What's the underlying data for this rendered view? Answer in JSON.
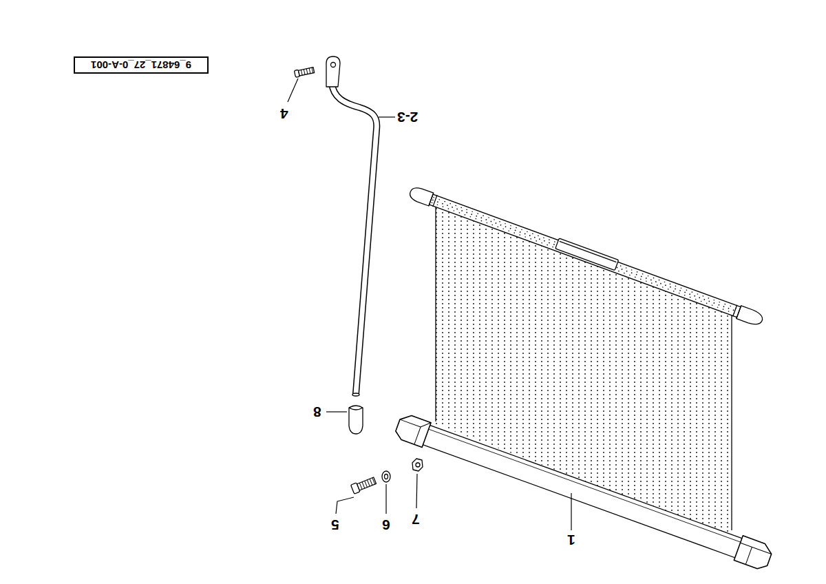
{
  "diagram": {
    "nodes": [
      {
        "text": [
          "9_64871_27_0-A-001"
        ]
      }
    ],
    "labels": [
      "1",
      "2-3",
      "4",
      "5",
      "6",
      "7",
      "8"
    ]
  }
}
